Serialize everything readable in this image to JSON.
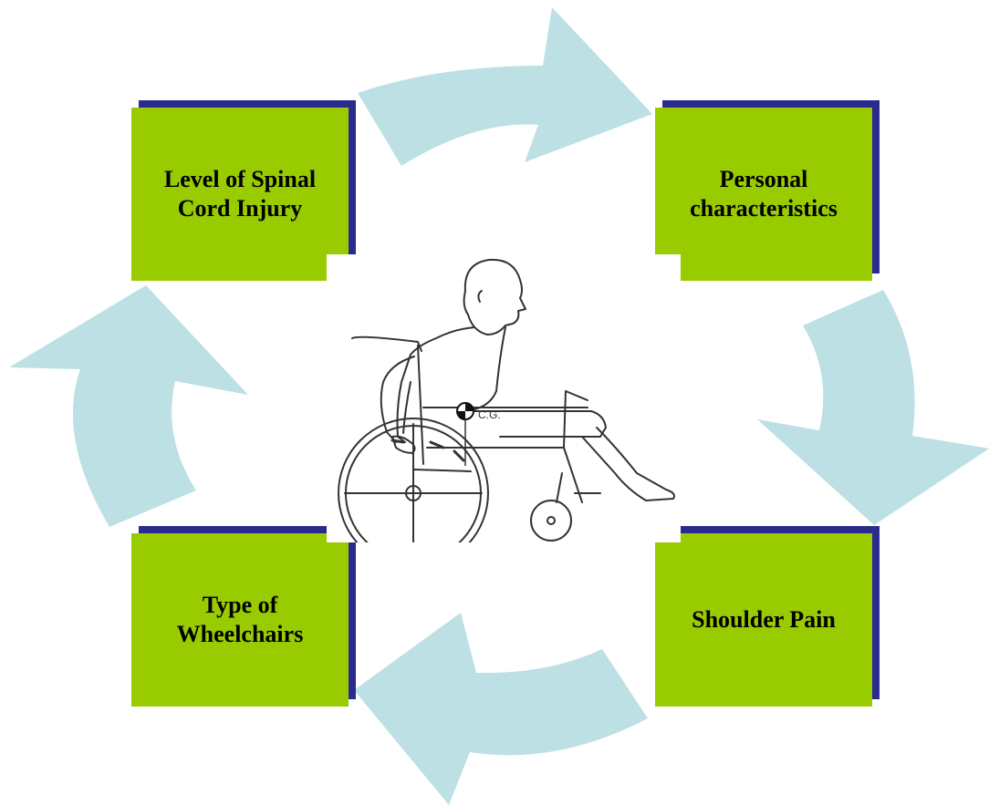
{
  "colors": {
    "box_fill": "#99cc00",
    "box_shadow": "#2b2b8f",
    "arrow_fill": "#bce0e4",
    "background": "#ffffff"
  },
  "boxes": {
    "top_left": "Level of Spinal Cord Injury",
    "top_right": "Personal characteristics",
    "bottom_right": "Shoulder Pain",
    "bottom_left": "Type of Wheelchairs"
  },
  "figure": {
    "cg_label": "C.G."
  }
}
